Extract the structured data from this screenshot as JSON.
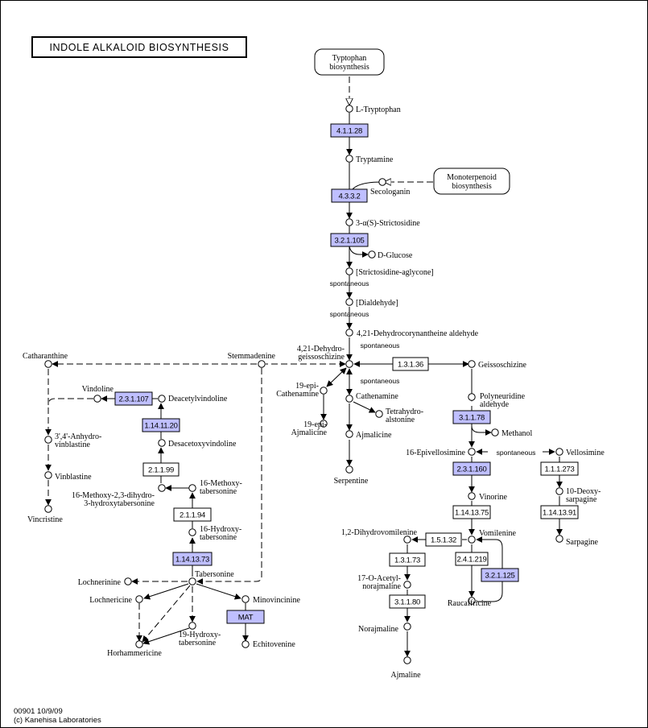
{
  "title": "INDOLE ALKALOID BIOSYNTHESIS",
  "footer": {
    "map_id": "00901 10/9/09",
    "copyright": "(c) Kanehisa Laboratories"
  },
  "colors": {
    "enzyme_highlight": "#bfbfff",
    "enzyme_plain": "#ffffff",
    "line": "#000000"
  },
  "pathways": [
    {
      "name": "pathway-tryptophan-biosynthesis",
      "lines": [
        "Typtophan",
        "biosynthesis"
      ]
    },
    {
      "name": "pathway-monoterpenoid-biosynthesis",
      "lines": [
        "Monoterpenoid",
        "biosynthesis"
      ]
    }
  ],
  "enzymes": [
    {
      "name": "enzyme-4-1-1-28",
      "label": "4.1.1.28",
      "highlighted": true
    },
    {
      "name": "enzyme-4-3-3-2",
      "label": "4.3.3.2",
      "highlighted": true
    },
    {
      "name": "enzyme-3-2-1-105",
      "label": "3.2.1.105",
      "highlighted": true
    },
    {
      "name": "enzyme-1-3-1-36",
      "label": "1.3.1.36",
      "highlighted": false
    },
    {
      "name": "enzyme-2-3-1-107",
      "label": "2.3.1.107",
      "highlighted": true
    },
    {
      "name": "enzyme-1-14-11-20",
      "label": "1.14.11.20",
      "highlighted": true
    },
    {
      "name": "enzyme-2-1-1-99",
      "label": "2.1.1.99",
      "highlighted": false
    },
    {
      "name": "enzyme-2-1-1-94",
      "label": "2.1.1.94",
      "highlighted": false
    },
    {
      "name": "enzyme-1-14-13-73",
      "label": "1.14.13.73",
      "highlighted": true
    },
    {
      "name": "enzyme-mat",
      "label": "MAT",
      "highlighted": true
    },
    {
      "name": "enzyme-3-1-1-78",
      "label": "3.1.1.78",
      "highlighted": true
    },
    {
      "name": "enzyme-2-3-1-160",
      "label": "2.3.1.160",
      "highlighted": true
    },
    {
      "name": "enzyme-1-14-13-75",
      "label": "1.14.13.75",
      "highlighted": false
    },
    {
      "name": "enzyme-1-5-1-32",
      "label": "1.5.1.32",
      "highlighted": false
    },
    {
      "name": "enzyme-2-4-1-219",
      "label": "2.4.1.219",
      "highlighted": false
    },
    {
      "name": "enzyme-3-2-1-125",
      "label": "3.2.1.125",
      "highlighted": true
    },
    {
      "name": "enzyme-1-3-1-73",
      "label": "1.3.1.73",
      "highlighted": false
    },
    {
      "name": "enzyme-3-1-1-80",
      "label": "3.1.1.80",
      "highlighted": false
    },
    {
      "name": "enzyme-1-1-1-273",
      "label": "1.1.1.273",
      "highlighted": false
    },
    {
      "name": "enzyme-1-14-13-91",
      "label": "1.14.13.91",
      "highlighted": false
    }
  ],
  "compounds": [
    {
      "name": "compound-l-tryptophan",
      "lines": [
        "L-Tryptophan"
      ]
    },
    {
      "name": "compound-tryptamine",
      "lines": [
        "Tryptamine"
      ]
    },
    {
      "name": "compound-secologanin",
      "lines": [
        "Secologanin"
      ]
    },
    {
      "name": "compound-strictosidine",
      "lines": [
        "3-α(S)-Strictosidine"
      ]
    },
    {
      "name": "compound-d-glucose",
      "lines": [
        "D-Glucose"
      ]
    },
    {
      "name": "compound-strictosidine-aglycone",
      "lines": [
        "[Strictosidine-aglycone]"
      ]
    },
    {
      "name": "compound-dialdehyde",
      "lines": [
        "[Dialdehyde]"
      ]
    },
    {
      "name": "compound-dehydrocorynantheine-aldehyde",
      "lines": [
        "4,21-Dehydrocorynantheine aldehyde"
      ]
    },
    {
      "name": "compound-dehydrogeissoschizine",
      "lines": [
        "4,21-Dehydro-",
        "geissoschizine"
      ]
    },
    {
      "name": "compound-stemmadenine",
      "lines": [
        "Stemmadenine"
      ]
    },
    {
      "name": "compound-catharanthine",
      "lines": [
        "Catharanthine"
      ]
    },
    {
      "name": "compound-geissoschizine",
      "lines": [
        "Geissoschizine"
      ]
    },
    {
      "name": "compound-19-epi-cathenamine",
      "lines": [
        "19-epi-",
        "Cathenamine"
      ]
    },
    {
      "name": "compound-19-epi-ajmalicine",
      "lines": [
        "19-epi-",
        "Ajmalicine"
      ]
    },
    {
      "name": "compound-cathenamine",
      "lines": [
        "Cathenamine"
      ]
    },
    {
      "name": "compound-tetrahydroalstonine",
      "lines": [
        "Tetrahydro-",
        "alstonine"
      ]
    },
    {
      "name": "compound-ajmalicine",
      "lines": [
        "Ajmalicine"
      ]
    },
    {
      "name": "compound-serpentine",
      "lines": [
        "Serpentine"
      ]
    },
    {
      "name": "compound-vindoline",
      "lines": [
        "Vindoline"
      ]
    },
    {
      "name": "compound-deacetylvindoline",
      "lines": [
        "Deacetylvindoline"
      ]
    },
    {
      "name": "compound-desacetoxyvindoline",
      "lines": [
        "Desacetoxyvindoline"
      ]
    },
    {
      "name": "compound-anhydrovinblastine",
      "lines": [
        "3',4'-Anhydro-",
        "vinblastine"
      ]
    },
    {
      "name": "compound-vinblastine",
      "lines": [
        "Vinblastine"
      ]
    },
    {
      "name": "compound-vincristine",
      "lines": [
        "Vincristine"
      ]
    },
    {
      "name": "compound-16-methoxytabersonine",
      "lines": [
        "16-Methoxy-",
        "tabersonine"
      ]
    },
    {
      "name": "compound-16-methoxy-dihydro-hydroxytabersonine",
      "lines": [
        "16-Methoxy-2,3-dihydro-",
        "3-hydroxytabersonine"
      ]
    },
    {
      "name": "compound-16-hydroxytabersonine",
      "lines": [
        "16-Hydroxy-",
        "tabersonine"
      ]
    },
    {
      "name": "compound-tabersonine",
      "lines": [
        "Tabersonine"
      ]
    },
    {
      "name": "compound-lochnerinine",
      "lines": [
        "Lochnerinine"
      ]
    },
    {
      "name": "compound-lochnericine",
      "lines": [
        "Lochnericine"
      ]
    },
    {
      "name": "compound-horhammericine",
      "lines": [
        "Horhammericine"
      ]
    },
    {
      "name": "compound-19-hydroxytabersonine",
      "lines": [
        "19-Hydroxy-",
        "tabersonine"
      ]
    },
    {
      "name": "compound-minovincinine",
      "lines": [
        "Minovincinine"
      ]
    },
    {
      "name": "compound-echitovenine",
      "lines": [
        "Echitovenine"
      ]
    },
    {
      "name": "compound-polyneuridine-aldehyde",
      "lines": [
        "Polyneuridine",
        "aldehyde"
      ]
    },
    {
      "name": "compound-methanol",
      "lines": [
        "Methanol"
      ]
    },
    {
      "name": "compound-16-epivellosimine",
      "lines": [
        "16-Epivellosimine"
      ]
    },
    {
      "name": "compound-vellosimine",
      "lines": [
        "Vellosimine"
      ]
    },
    {
      "name": "compound-vinorine",
      "lines": [
        "Vinorine"
      ]
    },
    {
      "name": "compound-10-deoxysarpagine",
      "lines": [
        "10-Deoxy-",
        "sarpagine"
      ]
    },
    {
      "name": "compound-sarpagine",
      "lines": [
        "Sarpagine"
      ]
    },
    {
      "name": "compound-vomilenine",
      "lines": [
        "Vomilenine"
      ]
    },
    {
      "name": "compound-dihydrovomilenine",
      "lines": [
        "1,2-Dihydrovomilenine"
      ]
    },
    {
      "name": "compound-raucaffricine",
      "lines": [
        "Raucaffricine"
      ]
    },
    {
      "name": "compound-acetylnorajmaline",
      "lines": [
        "17-O-Acetyl-",
        "norajmaline"
      ]
    },
    {
      "name": "compound-norajmaline",
      "lines": [
        "Norajmaline"
      ]
    },
    {
      "name": "compound-ajmaline",
      "lines": [
        "Ajmaline"
      ]
    }
  ],
  "spontaneous_label": "spontaneous"
}
